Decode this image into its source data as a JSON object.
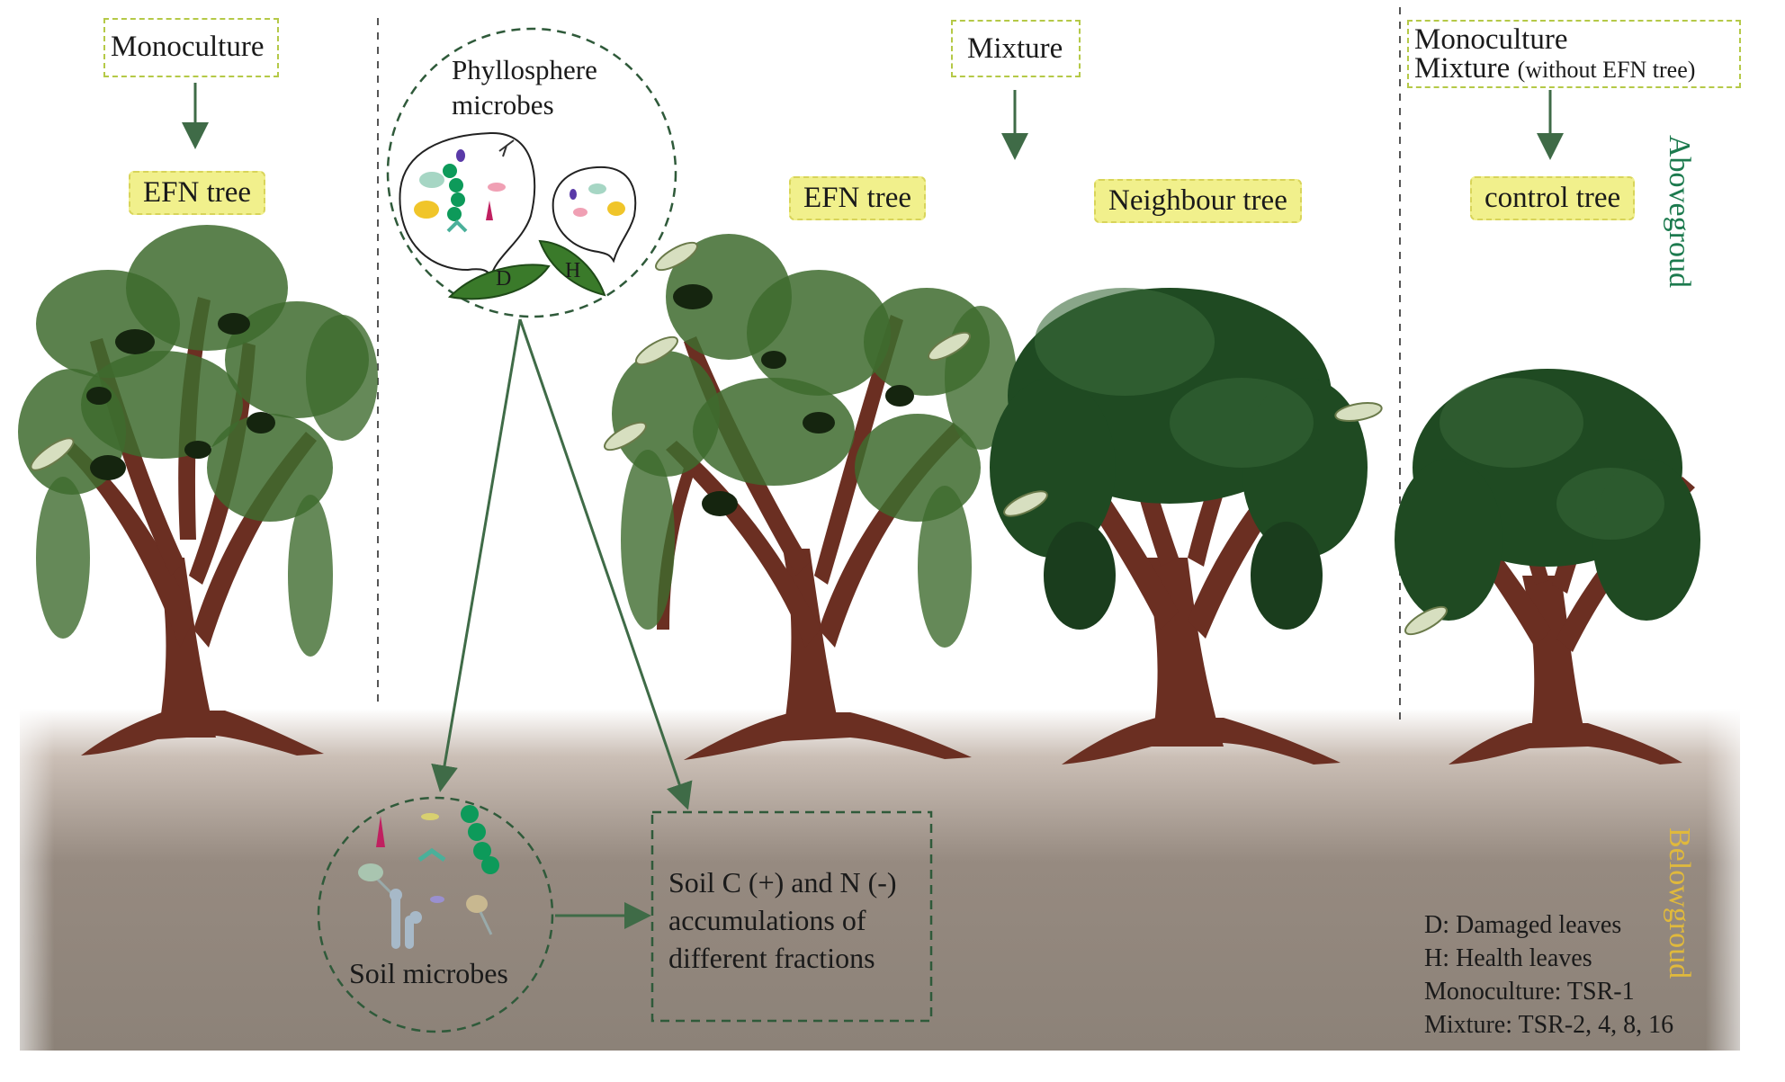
{
  "labels": {
    "monoculture_box": "Monoculture",
    "mixture_box": "Mixture",
    "control_box_line1": "Monoculture",
    "control_box_line2_main": "Mixture",
    "control_box_line2_note": "(without EFN tree)",
    "efn_tree_left": "EFN tree",
    "efn_tree_mid": "EFN tree",
    "neighbour_tree": "Neighbour tree",
    "control_tree": "control tree",
    "phyllosphere_line1": "Phyllosphere",
    "phyllosphere_line2": "microbes",
    "leaf_damaged": "D",
    "leaf_healthy": "H",
    "soil_microbes": "Soil microbes",
    "soil_box_line1": "Soil C (+) and N (-)",
    "soil_box_line2": "accumulations of",
    "soil_box_line3": "different fractions",
    "aboveground": "Abovegroud",
    "belowground": "Belowgroud"
  },
  "legend": [
    "D: Damaged leaves",
    "H: Health leaves",
    "Monoculture: TSR-1",
    "Mixture: TSR-2, 4, 8, 16"
  ],
  "colors": {
    "arrow": "#3f6b47",
    "dashed_circle": "#2f5a3a",
    "label_fill": "#f1f08c",
    "box_border": "#b5c947",
    "aboveground_text": "#1c7a4e",
    "belowground_text": "#e0b93c",
    "trunk": "#6b2f22",
    "fine_leaf": "#3e6b2e",
    "broad_leaf": "#1f4a22"
  }
}
